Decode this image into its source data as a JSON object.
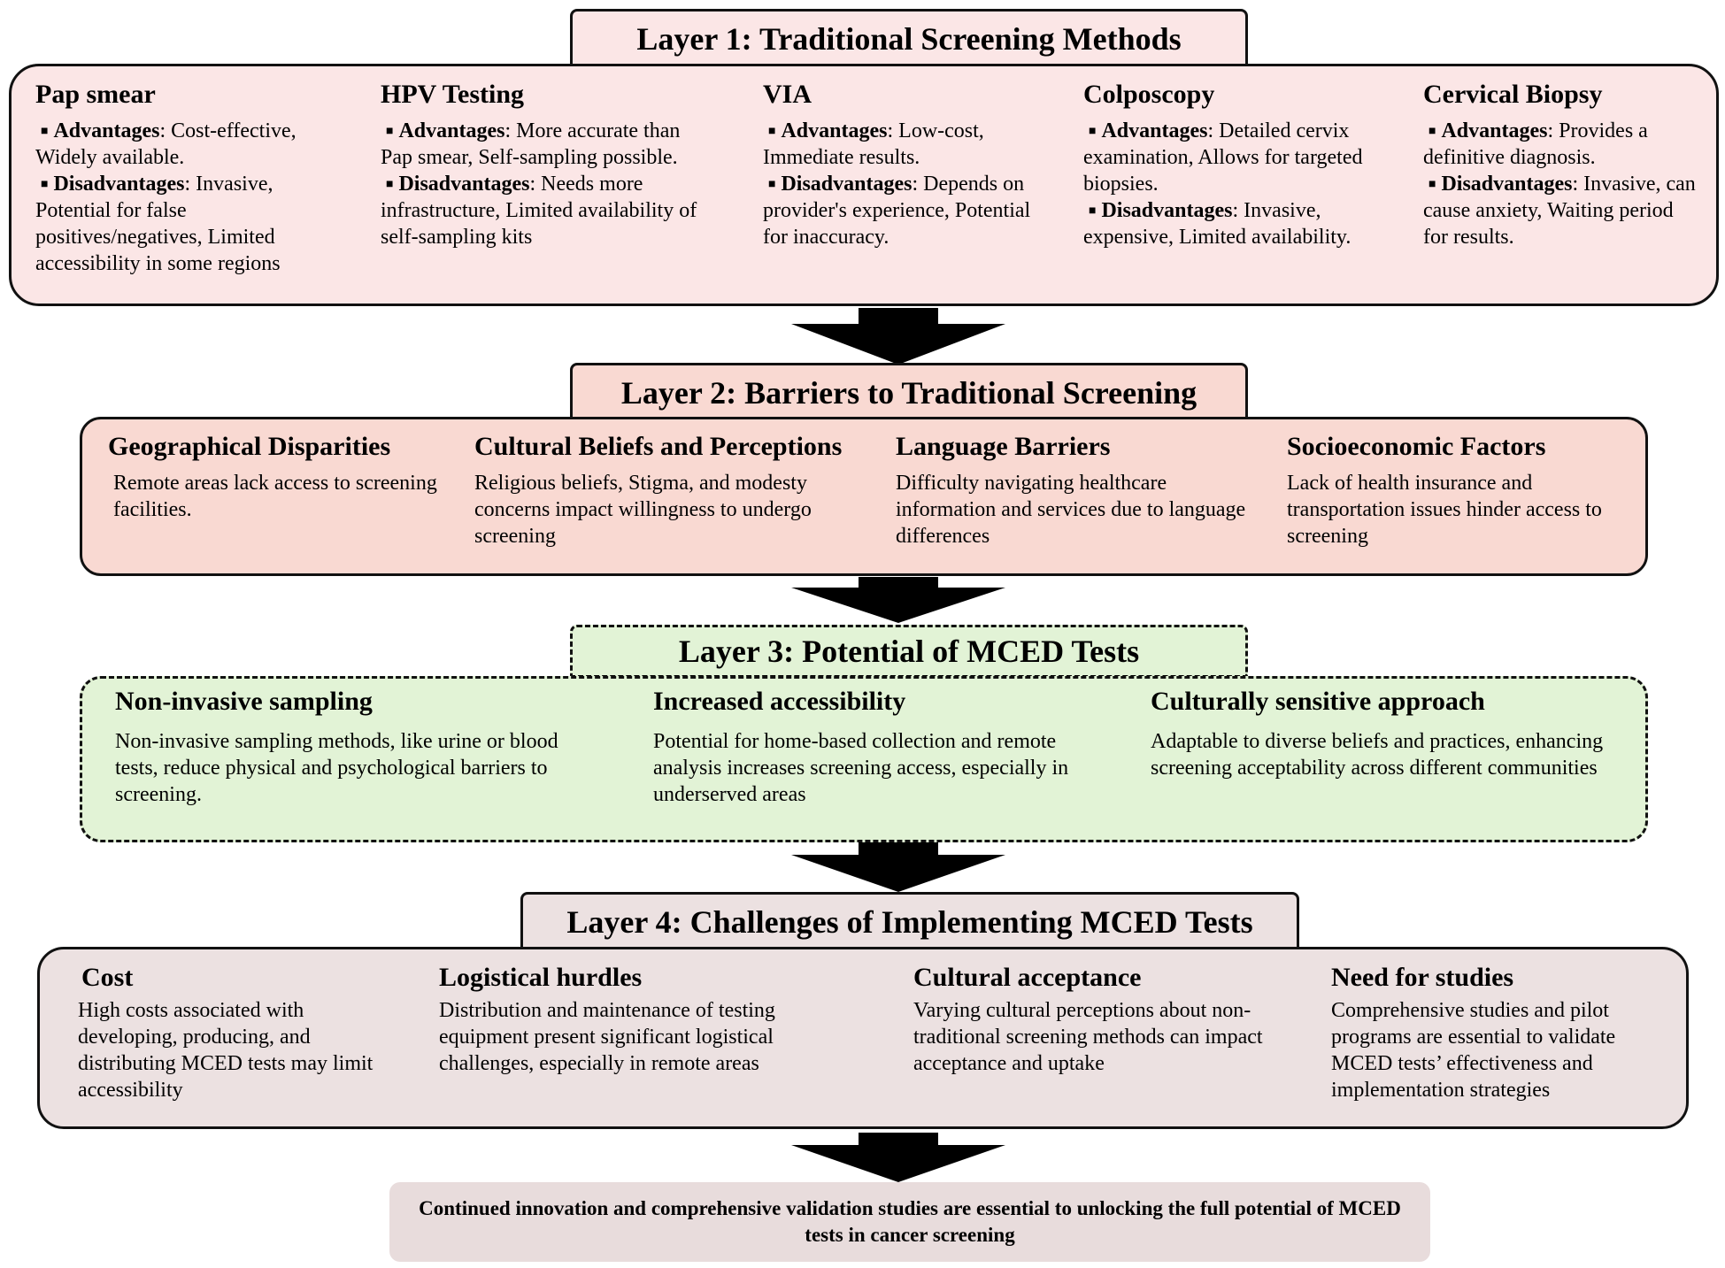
{
  "layer1": {
    "title": "Layer 1: Traditional Screening Methods",
    "adv_label": "Advantages",
    "dis_label": "Disadvantages",
    "methods": [
      {
        "name": "Pap smear",
        "advantages": ": Cost-effective, Widely available.",
        "disadvantages": ": Invasive, Potential for false positives/negatives, Limited accessibility in some regions"
      },
      {
        "name": "HPV Testing",
        "advantages": ": More accurate than Pap smear, Self-sampling possible.",
        "disadvantages": ": Needs more infrastructure, Limited availability of self-sampling kits"
      },
      {
        "name": "VIA",
        "advantages": ": Low-cost, Immediate results.",
        "disadvantages": ": Depends on provider's experience, Potential for inaccuracy."
      },
      {
        "name": "Colposcopy",
        "advantages": ": Detailed cervix examination, Allows for targeted biopsies.",
        "disadvantages": ": Invasive, expensive, Limited availability."
      },
      {
        "name": "Cervical Biopsy",
        "advantages": ": Provides a definitive diagnosis.",
        "disadvantages": ": Invasive, can cause anxiety, Waiting period for results."
      }
    ]
  },
  "layer2": {
    "title": "Layer 2: Barriers to Traditional Screening",
    "items": [
      {
        "name": "Geographical Disparities",
        "text": "Remote areas lack access to screening facilities."
      },
      {
        "name": "Cultural Beliefs and Perceptions",
        "text": "Religious beliefs, Stigma, and modesty concerns impact willingness to undergo screening"
      },
      {
        "name": "Language Barriers",
        "text": "Difficulty navigating healthcare information and services due to language differences"
      },
      {
        "name": "Socioeconomic Factors",
        "text": "Lack of health insurance and transportation issues hinder access to screening"
      }
    ]
  },
  "layer3": {
    "title": "Layer 3: Potential of MCED Tests",
    "items": [
      {
        "name": "Non-invasive sampling",
        "text": "Non-invasive sampling methods, like urine or blood tests, reduce physical and psychological barriers to screening."
      },
      {
        "name": "Increased accessibility",
        "text": "Potential for home-based collection and remote analysis increases screening access, especially in underserved areas"
      },
      {
        "name": "Culturally sensitive approach",
        "text": "Adaptable to diverse beliefs and practices, enhancing screening acceptability across different communities"
      }
    ]
  },
  "layer4": {
    "title": "Layer 4: Challenges of Implementing MCED Tests",
    "items": [
      {
        "name": "Cost",
        "text": "High costs associated with developing, producing, and distributing MCED tests may limit accessibility"
      },
      {
        "name": "Logistical hurdles",
        "text": "Distribution and maintenance of testing equipment present significant logistical challenges, especially in remote areas"
      },
      {
        "name": "Cultural acceptance",
        "text": "Varying cultural perceptions about non-traditional screening methods can impact acceptance and uptake"
      },
      {
        "name": "Need for studies",
        "text": "Comprehensive studies and pilot programs are essential to validate MCED tests’ effectiveness and implementation strategies"
      }
    ]
  },
  "conclusion": "Continued innovation and comprehensive validation studies are essential to unlocking the full potential of MCED tests in cancer screening",
  "colors": {
    "layer1": "#fbe6e6",
    "layer2": "#f9d9d2",
    "layer3": "#e2f3d6",
    "layer4": "#ece1e1",
    "arrow": "#000000"
  }
}
